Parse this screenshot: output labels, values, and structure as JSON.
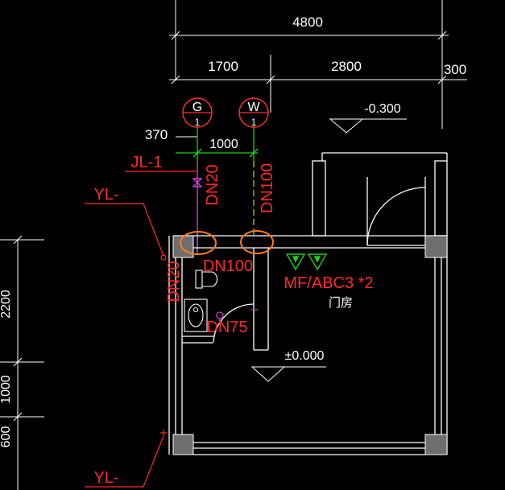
{
  "colors": {
    "background": "#000000",
    "wall": "#ffffff",
    "dim": "#ffffff",
    "red_text": "#ff2a2a",
    "green": "#19d419",
    "magenta": "#d040d0",
    "yellow": "#e0d000",
    "orange": "#ff7a1a",
    "wall_fill": "#6e6e6e",
    "grey": "#9a9a9a"
  },
  "dimensions": {
    "total_width": "4800",
    "seg_left": "1700",
    "seg_right": "2800",
    "seg_far": "300",
    "pipe_gap": "1000",
    "offset": "370",
    "left_2200": "2200",
    "left_1000": "1000",
    "left_600": "600"
  },
  "elevations": {
    "upper": "-0.300",
    "floor": "±0.000"
  },
  "symbols": {
    "gas_letter": "G",
    "gas_num": "1",
    "water_letter": "W",
    "water_num": "1"
  },
  "labels": {
    "jl": "JL-1",
    "yl_top": "YL-",
    "yl_bottom": "YL-",
    "dn20_vertical": "DN20",
    "dn100_vertical": "DN100",
    "dn20_left": "DN20",
    "dn100_horizontal": "DN100",
    "dn75": "DN75",
    "extinguisher": "MF/ABC3 *2",
    "room": "门房"
  }
}
